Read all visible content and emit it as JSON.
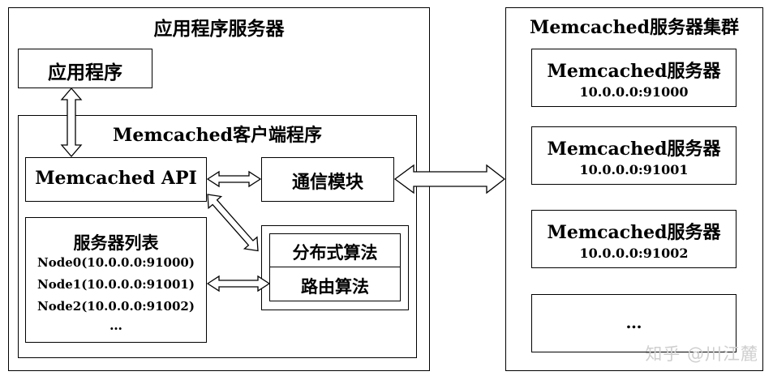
{
  "app_server": {
    "title": "应用程序服务器",
    "app_label": "应用程序",
    "client": {
      "title": "Memcached客户端程序",
      "api_label": "Memcached API",
      "comm_label": "通信模块",
      "distribution_label": "分布式算法",
      "routing_label": "路由算法",
      "server_list": {
        "title": "服务器列表",
        "nodes": [
          "Node0(10.0.0.0:91000)",
          "Node1(10.0.0.0:91001)",
          "Node2(10.0.0.0:91002)"
        ],
        "more": "…"
      }
    }
  },
  "cluster": {
    "title": "Memcached服务器集群",
    "servers": [
      {
        "name": "Memcached服务器",
        "address": "10.0.0.0:91000"
      },
      {
        "name": "Memcached服务器",
        "address": "10.0.0.0:91001"
      },
      {
        "name": "Memcached服务器",
        "address": "10.0.0.0:91002"
      }
    ],
    "more": "…"
  },
  "watermark": "知乎 @川江麓"
}
